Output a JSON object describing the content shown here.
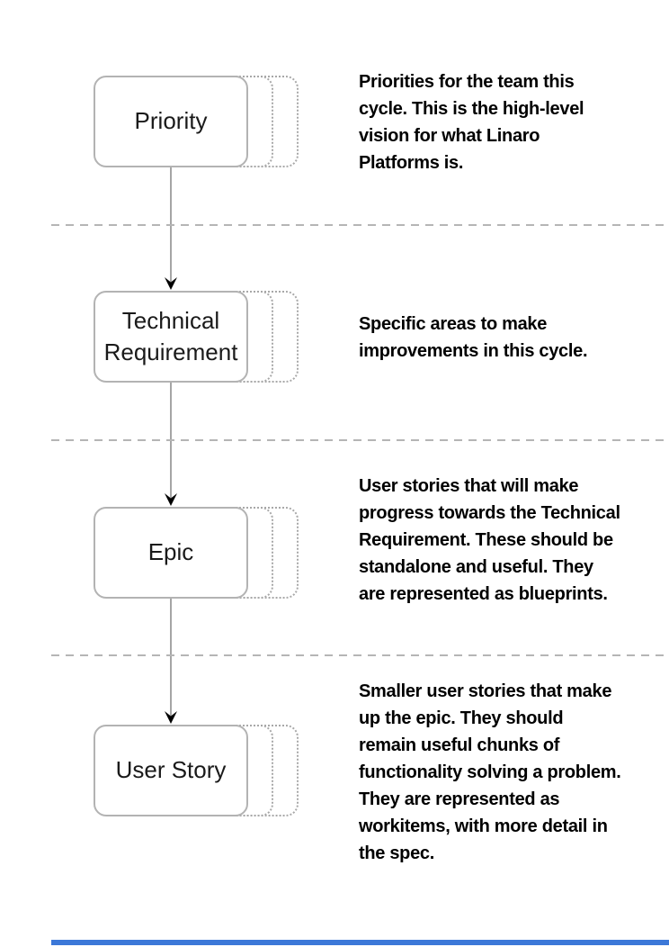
{
  "diagram": {
    "nodes": [
      {
        "label": "Priority",
        "description": "Priorities for the team this cycle. This is the high-level vision for what Linaro Platforms is."
      },
      {
        "label": "Technical Requirement",
        "description": "Specific areas to make improvements in this cycle."
      },
      {
        "label": "Epic",
        "description": "User stories that will make progress towards the Technical Requirement. These should be standalone and useful. They are represented as blueprints."
      },
      {
        "label": "User Story",
        "description": "Smaller user stories that make up the epic. They should remain useful chunks of functionality solving a problem. They are represented as workitems, with more detail in the spec."
      }
    ],
    "colors": {
      "card_border": "#b3b3b3",
      "ghost_border": "#a8a8a8",
      "separator": "#b5b5b5",
      "connector_line": "#a5a5a5",
      "arrowhead": "#000000",
      "text": "#000000",
      "footer_bar": "#3c78d8"
    }
  }
}
